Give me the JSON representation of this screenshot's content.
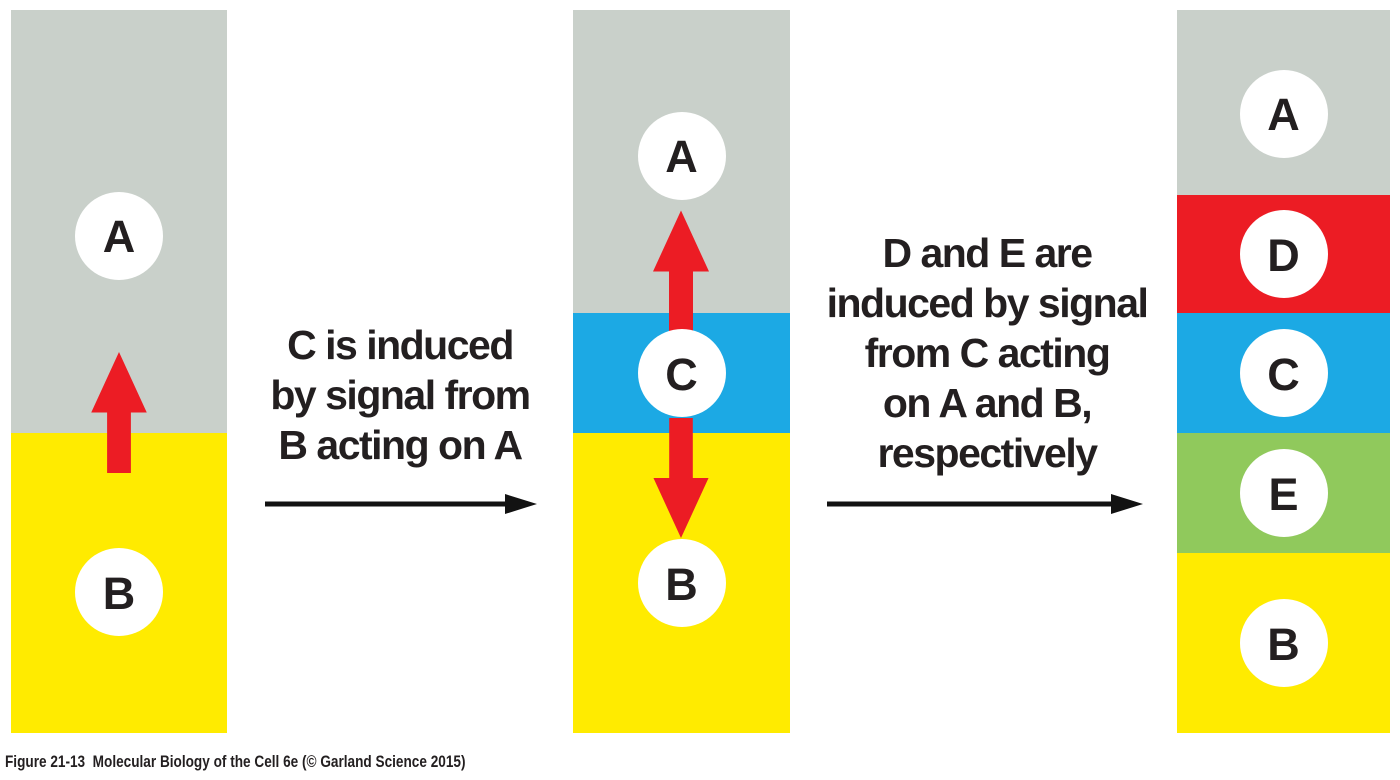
{
  "palette": {
    "gray": "#c9d0ca",
    "yellow": "#ffeb00",
    "blue": "#1ca9e4",
    "red": "#ec1c24",
    "green": "#90c95c",
    "black": "#121212",
    "text": "#231f20",
    "circle_fill": "#ffffff"
  },
  "bars": {
    "left": {
      "cells": [
        "A",
        "B"
      ]
    },
    "middle": {
      "cells": [
        "A",
        "C",
        "B"
      ]
    },
    "right": {
      "cells": [
        "A",
        "D",
        "C",
        "E",
        "B"
      ]
    }
  },
  "annotations": {
    "step1": {
      "lines": [
        "C is induced",
        "by signal from",
        "B acting on A"
      ]
    },
    "step2": {
      "lines": [
        "D and E are",
        "induced by signal",
        "from C acting",
        "on A and B,",
        "respectively"
      ]
    }
  },
  "caption": "Figure 21-13  Molecular Biology of the Cell 6e (© Garland Science 2015)"
}
